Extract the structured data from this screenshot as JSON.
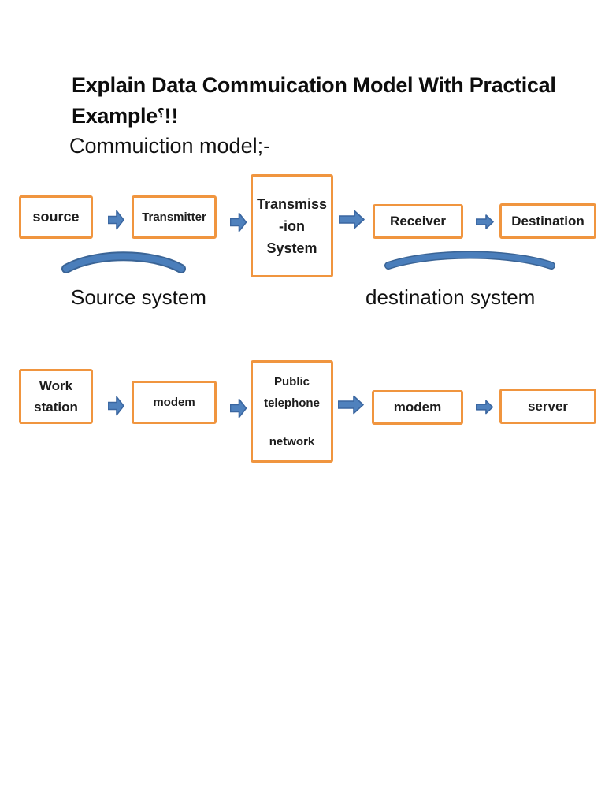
{
  "title": {
    "line1": "Explain Data Commuication Model With Practical",
    "line2_word": "Example",
    "line2_mark": "؟",
    "line2_exclaim": "!!"
  },
  "subtitle": "Commuiction model;-",
  "colors": {
    "box_border": "#F0953F",
    "arrow_fill": "#4F81BD",
    "arrow_stroke": "#3A66A0",
    "arc_fill": "#4A7EBB",
    "arc_edge": "#3A6496"
  },
  "diagram1": {
    "source": "source",
    "transmitter": "Transmitter",
    "transmission_lines": [
      "Transmiss",
      "-ion",
      "System"
    ],
    "receiver": "Receiver",
    "destination": "Destination",
    "source_system": "Source system",
    "destination_system": "destination system"
  },
  "diagram2": {
    "workstation_lines": [
      "Work",
      "station"
    ],
    "modem1": "modem",
    "public_lines": [
      "Public",
      "telephone",
      "network"
    ],
    "modem2": "modem",
    "server": "server"
  }
}
